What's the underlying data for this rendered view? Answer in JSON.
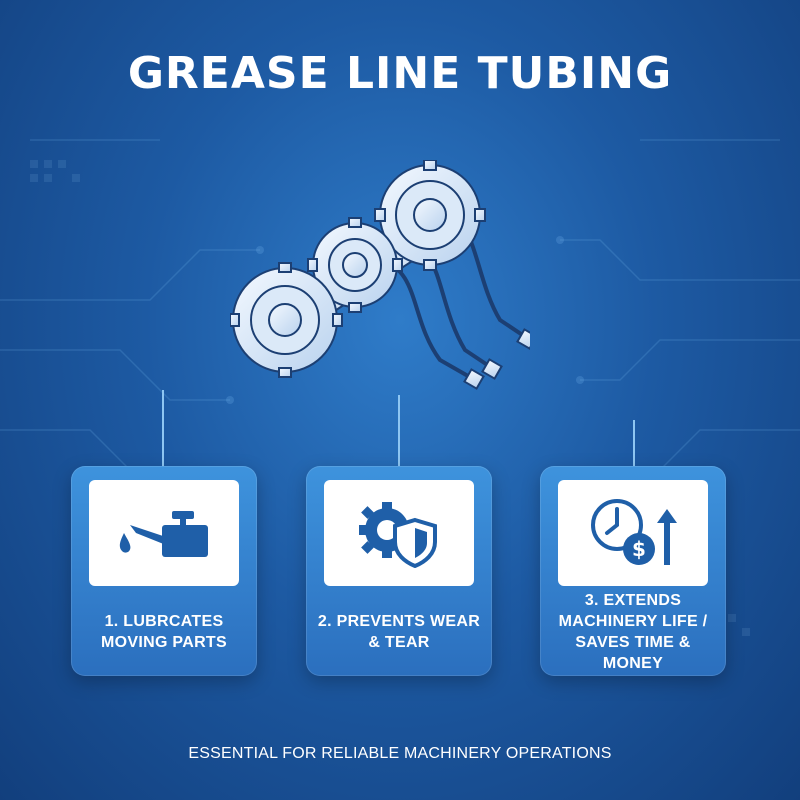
{
  "title": "GREASE LINE TUBING",
  "hero": {
    "icon": "gear-shaft-tubing-illustration"
  },
  "cards": [
    {
      "label": "1. LUBRCATES MOVING PARTS",
      "icon": "oil-can-icon"
    },
    {
      "label": "2. PREVENTS WEAR & TEAR",
      "icon": "gear-shield-icon"
    },
    {
      "label": "3. EXTENDS MACHINERY LIFE / SAVES TIME & MONEY",
      "icon": "clock-dollar-arrow-icon"
    }
  ],
  "footer": "ESSENTIAL FOR RELIABLE MACHINERY OPERATIONS",
  "colors": {
    "accent": "#1f5fa8",
    "card": "#3488d1",
    "background": "#1d5aa3"
  }
}
